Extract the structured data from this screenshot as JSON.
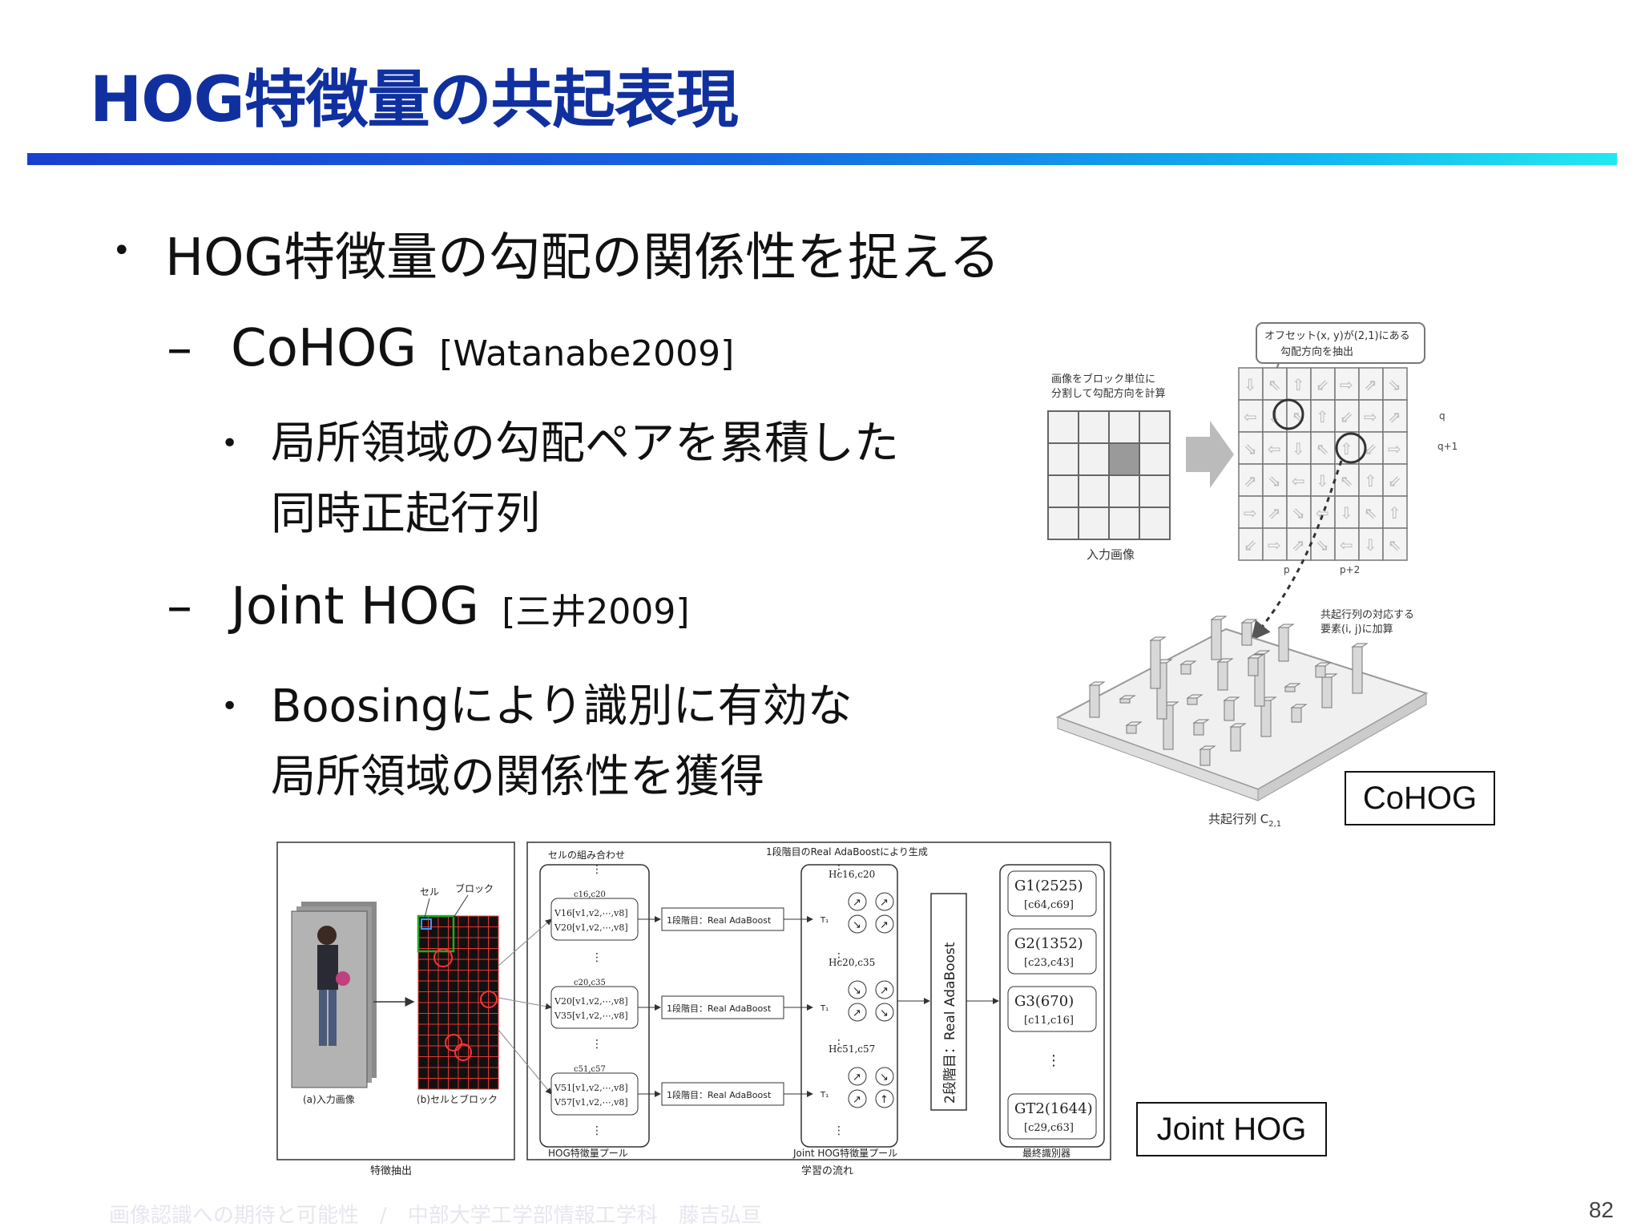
{
  "title": "HOG特徴量の共起表現",
  "bullets": {
    "main": "HOG特徴量の勾配の関係性を捉える",
    "cohog": {
      "name": "CoHOG",
      "ref": "[Watanabe2009]",
      "desc_line1": "局所領域の勾配ペアを累積した",
      "desc_line2": "同時正起行列"
    },
    "joint": {
      "name": "Joint HOG",
      "ref": "[三井2009]",
      "desc_line1": "Boosingにより識別に有効な",
      "desc_line2": "局所領域の関係性を獲得"
    }
  },
  "cohog_figure": {
    "label": "CoHOG",
    "offset_callout_1": "オフセット(x, y)が(2,1)にある",
    "offset_callout_2": "勾配方向を抽出",
    "block_note_1": "画像をブロック単位に",
    "block_note_2": "分割して勾配方向を計算",
    "input_image": "入力画像",
    "axis_q": "q",
    "axis_q1": "q+1",
    "axis_p": "p",
    "axis_p2": "p+2",
    "cooc_note_1": "共起行列の対応する",
    "cooc_note_2": "要素(i, j)に加算",
    "matrix_label": "共起行列 C",
    "matrix_sub": "2,1"
  },
  "joint_figure": {
    "label": "Joint HOG",
    "input_caption": "(a)入力画像",
    "cell_block_caption": "(b)セルとブロック",
    "cell": "セル",
    "block": "ブロック",
    "section_extract": "特徴抽出",
    "section_learn": "学習の流れ",
    "cell_combo": "セルの組み合わせ",
    "stage1_header": "1段階目のReal AdaBoostにより生成",
    "hog_pool": "HOG特徴量プール",
    "joint_pool": "Joint HOG特徴量プール",
    "final": "最終識別器",
    "stage1_boost": "1段階目：Real AdaBoost",
    "stage2_boost": "2段階目：Real AdaBoost",
    "dots": "⋮",
    "t_label": "T₁",
    "pairs": [
      {
        "pair": "c16,c20",
        "v1": "V16[v1,v2,⋯,v8]",
        "v2": "V20[v1,v2,⋯,v8]",
        "h": "Hc16,c20"
      },
      {
        "pair": "c20,c35",
        "v1": "V20[v1,v2,⋯,v8]",
        "v2": "V35[v1,v2,⋯,v8]",
        "h": "Hc20,c35"
      },
      {
        "pair": "c51,c57",
        "v1": "V51[v1,v2,⋯,v8]",
        "v2": "V57[v1,v2,⋯,v8]",
        "h": "Hc51,c57"
      }
    ],
    "finals": [
      {
        "g": "G1(2525)",
        "c": "[c64,c69]"
      },
      {
        "g": "G2(1352)",
        "c": "[c23,c43]"
      },
      {
        "g": "G3(670)",
        "c": "[c11,c16]"
      },
      {
        "g": "GT2(1644)",
        "c": "[c29,c63]"
      }
    ]
  },
  "footer": "画像認識への期待と可能性　/　中部大学工学部情報工学科　藤吉弘亘",
  "page_number": "82",
  "colors": {
    "title": "#1030a0",
    "rule_start": "#1a3fd0",
    "rule_end": "#22e8f0"
  }
}
